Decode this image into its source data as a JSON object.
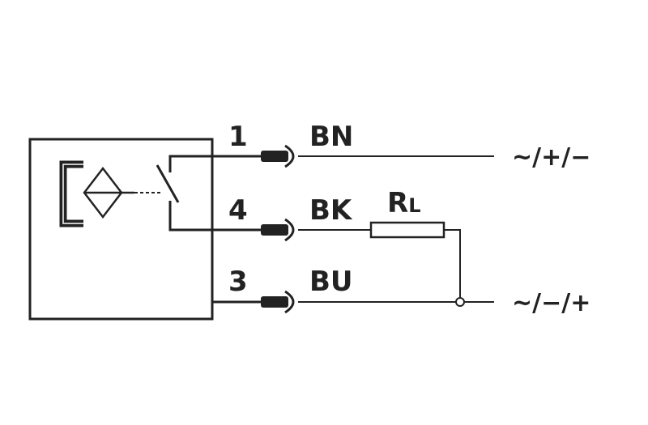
{
  "colors": {
    "line": "#222222",
    "background": "#ffffff"
  },
  "sensor": {
    "icon": "inductive-sensor-symbol",
    "switch": "normally-open-switch"
  },
  "terminals": [
    {
      "pin": "1",
      "wire": "BN"
    },
    {
      "pin": "4",
      "wire": "BK"
    },
    {
      "pin": "3",
      "wire": "BU"
    }
  ],
  "load": {
    "main": "R",
    "sub": "L"
  },
  "supply": {
    "top": "~/+/−",
    "bottom": "~/−/+"
  }
}
